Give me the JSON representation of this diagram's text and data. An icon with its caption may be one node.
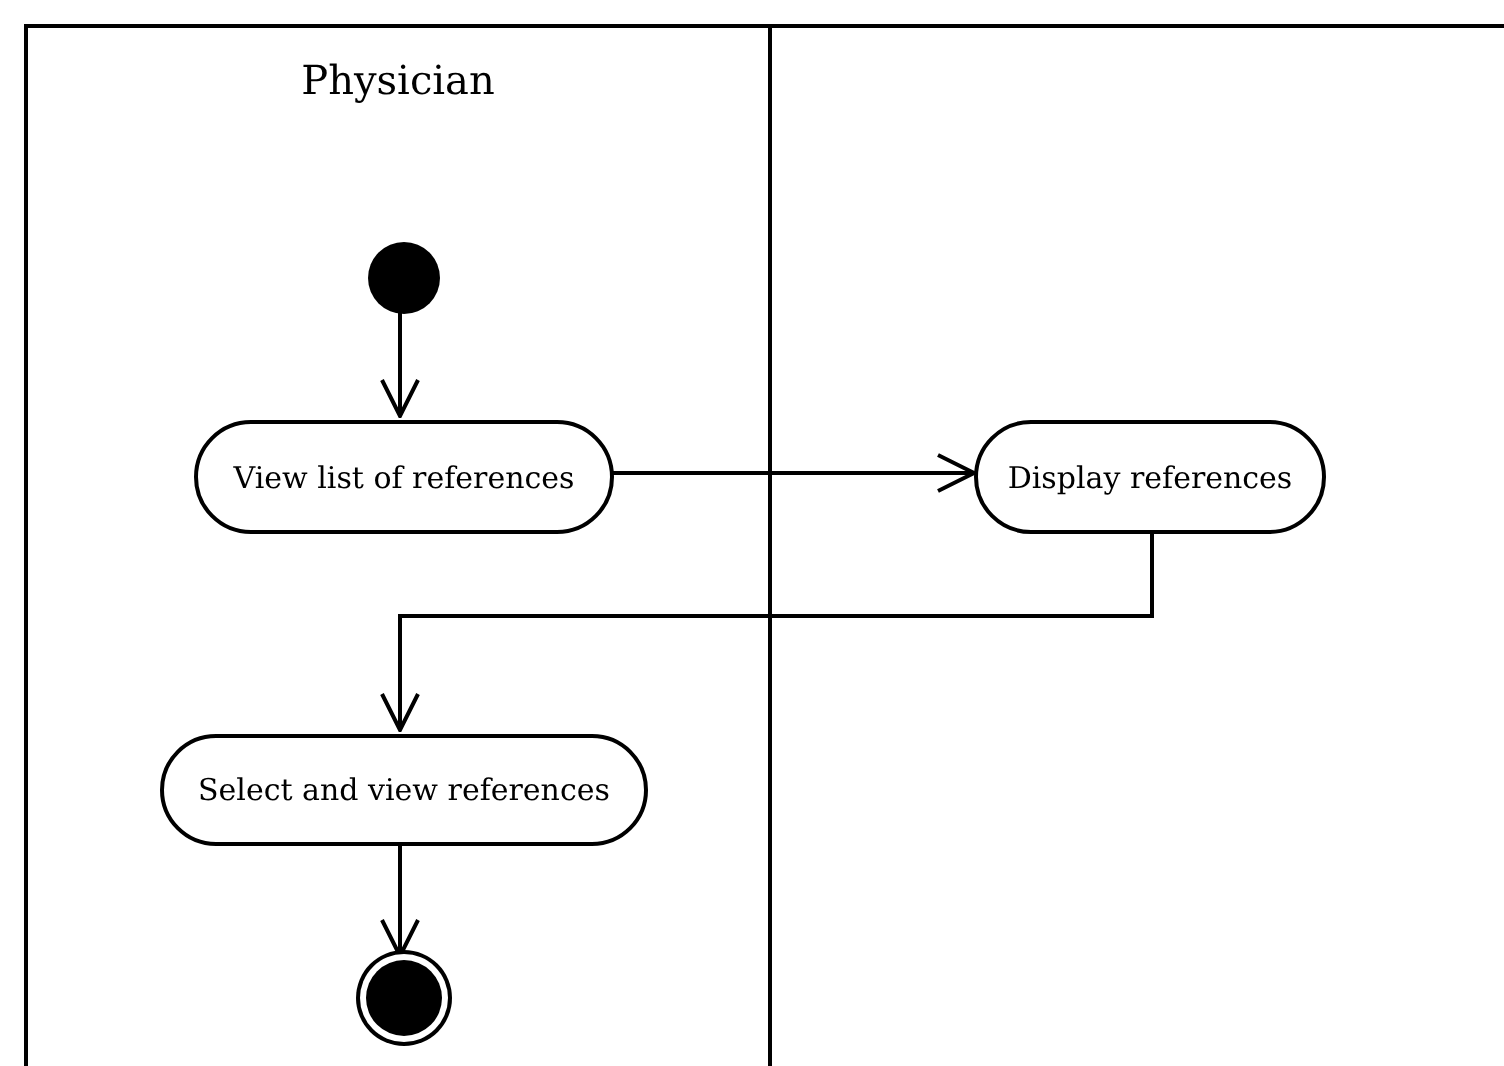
{
  "diagram": {
    "nodes": [
      {
        "text": [
          "Physician"
        ]
      },
      {
        "text": [],
        "shape": "box"
      },
      {
        "text": [],
        "shape": "circle",
        "in": 0
      },
      {
        "text": [
          "View list of references"
        ],
        "in": 0
      },
      {
        "text": [
          "Display references"
        ],
        "in": 1
      },
      {
        "text": [
          "Select and view references"
        ],
        "in": 0
      },
      {
        "text": [],
        "shape": "circle",
        "in": 0
      }
    ],
    "edges": [
      {
        "from": 2,
        "to": 3,
        "arrow": "to"
      },
      {
        "from": 3,
        "to": 4,
        "arrow": "to"
      },
      {
        "from": 4,
        "to": 5,
        "arrow": "to"
      },
      {
        "from": 5,
        "to": 6,
        "arrow": "to"
      }
    ]
  }
}
